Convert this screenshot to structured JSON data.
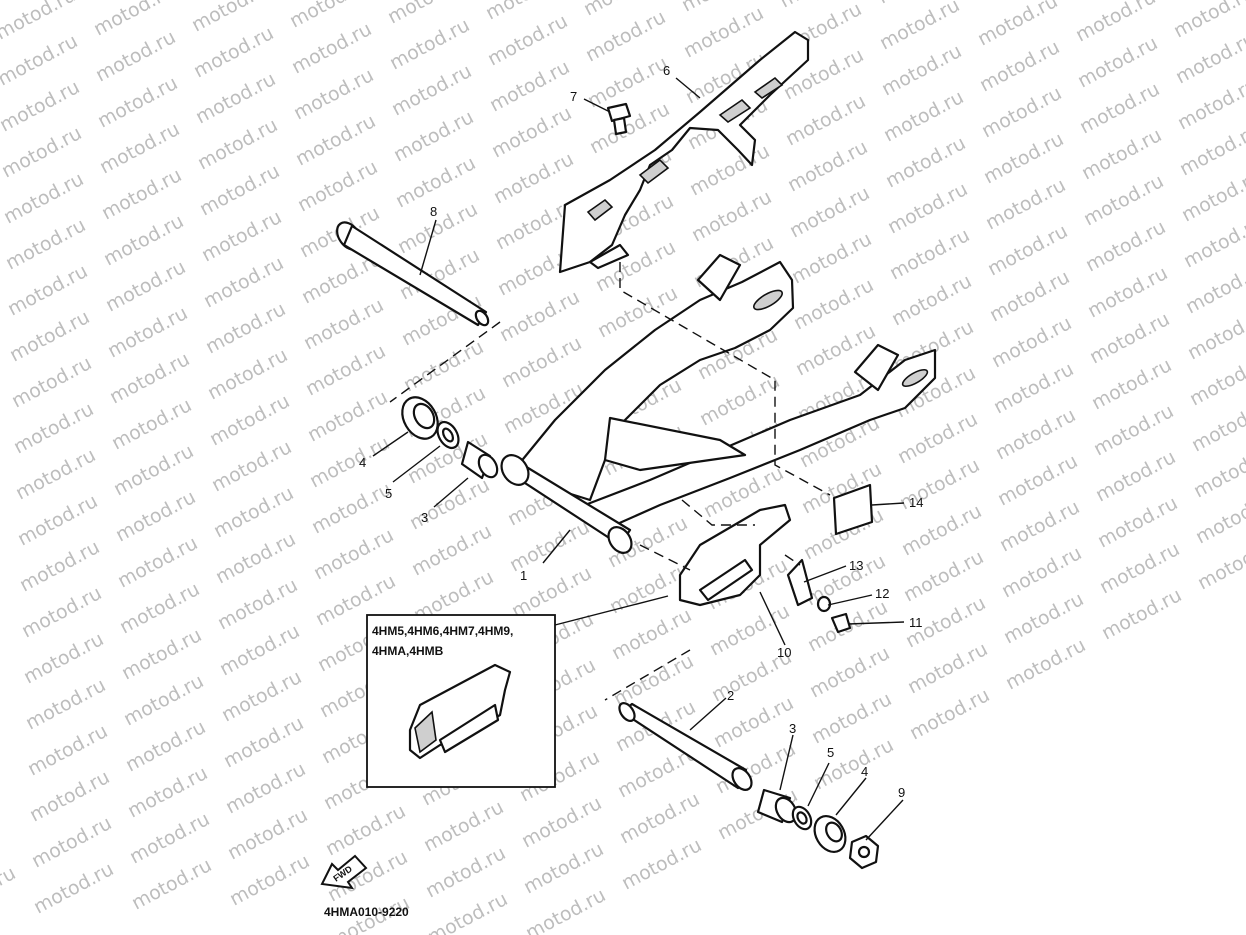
{
  "watermark": {
    "text": "motod.ru"
  },
  "callouts": {
    "c1": "1",
    "c2": "2",
    "c3a": "3",
    "c3b": "3",
    "c4a": "4",
    "c4b": "4",
    "c5a": "5",
    "c5b": "5",
    "c6": "6",
    "c7": "7",
    "c8": "8",
    "c9": "9",
    "c10a": "10",
    "c10b": "10",
    "c11": "11",
    "c12": "12",
    "c13": "13",
    "c14": "14"
  },
  "model_box": {
    "line1": "4HM5,4HM6,4HM7,4HM9,",
    "line2": "4HMA,4HMB"
  },
  "fwd_label": "FWD",
  "diagram_code": "4HMA010-9220",
  "colors": {
    "ink": "#111111",
    "watermark": "#bdbdbd",
    "background": "#ffffff"
  }
}
